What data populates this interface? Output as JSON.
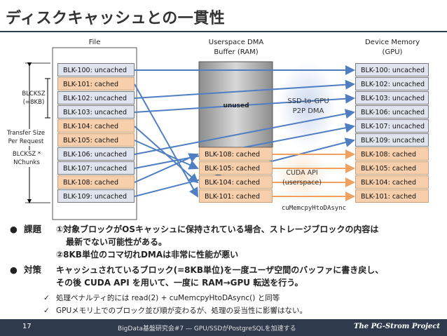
{
  "title": "ディスクキャッシュとの一貫性",
  "labels": {
    "file": "File",
    "dma_buffer": "Userspace DMA\nBuffer (RAM)",
    "device_memory": "Device Memory\n(GPU)",
    "unused": "unused",
    "blcksz": "BLCKSZ\n(=8KB)",
    "transfer_size": "Transfer Size\nPer Request",
    "blcksz_nchunks": "BLCKSZ *\nNChunks",
    "ssd_to_gpu": "SSD-to-GPU\nP2P DMA",
    "cuda_api": "CUDA API\n(userspace)",
    "cumemcpy": "cuMemcpyHtoDAsync"
  },
  "file_blocks": [
    {
      "label": "BLK-100: uncached",
      "state": "uncached"
    },
    {
      "label": "BLK-101: cached",
      "state": "cached"
    },
    {
      "label": "BLK-102: uncached",
      "state": "uncached"
    },
    {
      "label": "BLK-103: uncached",
      "state": "uncached"
    },
    {
      "label": "BLK-104: cached",
      "state": "cached"
    },
    {
      "label": "BLK-105: cached",
      "state": "cached"
    },
    {
      "label": "BLK-106: uncached",
      "state": "uncached"
    },
    {
      "label": "BLK-107: uncached",
      "state": "uncached"
    },
    {
      "label": "BLK-108: cached",
      "state": "cached"
    },
    {
      "label": "BLK-109: uncached",
      "state": "uncached"
    }
  ],
  "buffer_blocks": [
    "BLK-108: cached",
    "BLK-105: cached",
    "BLK-104: cached",
    "BLK-101: cached"
  ],
  "device_blocks": [
    {
      "label": "BLK-100: uncached",
      "state": "uncached"
    },
    {
      "label": "BLK-102: uncached",
      "state": "uncached"
    },
    {
      "label": "BLK-103: uncached",
      "state": "uncached"
    },
    {
      "label": "BLK-106: uncached",
      "state": "uncached"
    },
    {
      "label": "BLK-107: uncached",
      "state": "uncached"
    },
    {
      "label": "BLK-109: uncached",
      "state": "uncached"
    },
    {
      "label": "BLK-108: cached",
      "state": "cached"
    },
    {
      "label": "BLK-105: cached",
      "state": "cached"
    },
    {
      "label": "BLK-104: cached",
      "state": "cached"
    },
    {
      "label": "BLK-101: cached",
      "state": "cached"
    }
  ],
  "bullets": {
    "issue_head": "課題",
    "issue_1": "①対象ブロックがOSキャッシュに保持されている場合、ストレージブロックの内容は",
    "issue_1b": "最新でない可能性がある。",
    "issue_2": "②8KB単位のコマ切れDMAは非常に性能が悪い",
    "measure_head": "対策",
    "measure_1": "キャッシュされているブロック(=8KB単位)を一度ユーザ空間のバッファに書き戻し、",
    "measure_1b": "その後 CUDA API を用いて、一度に RAM→GPU 転送を行う。",
    "sub_1": "処理ペナルティ的には read(2) + cuMemcpyHtoDAsync() と同等",
    "sub_2": "GPUメモリ上でのブロック並び順が変わるが、処理の妥当性に影響はない。"
  },
  "footer": {
    "page": "17",
    "text": "BigData基盤研究会#7 ― GPU/SSDがPostgreSQLを加速する",
    "project": "The PG-Strom Project"
  },
  "colors": {
    "uncached": "#dfe4ee",
    "cached": "#f8cfac",
    "arrow": "#4f7fc2",
    "cuda_arrow": "#f0a060",
    "footer_bg": "#2f3b4c"
  }
}
